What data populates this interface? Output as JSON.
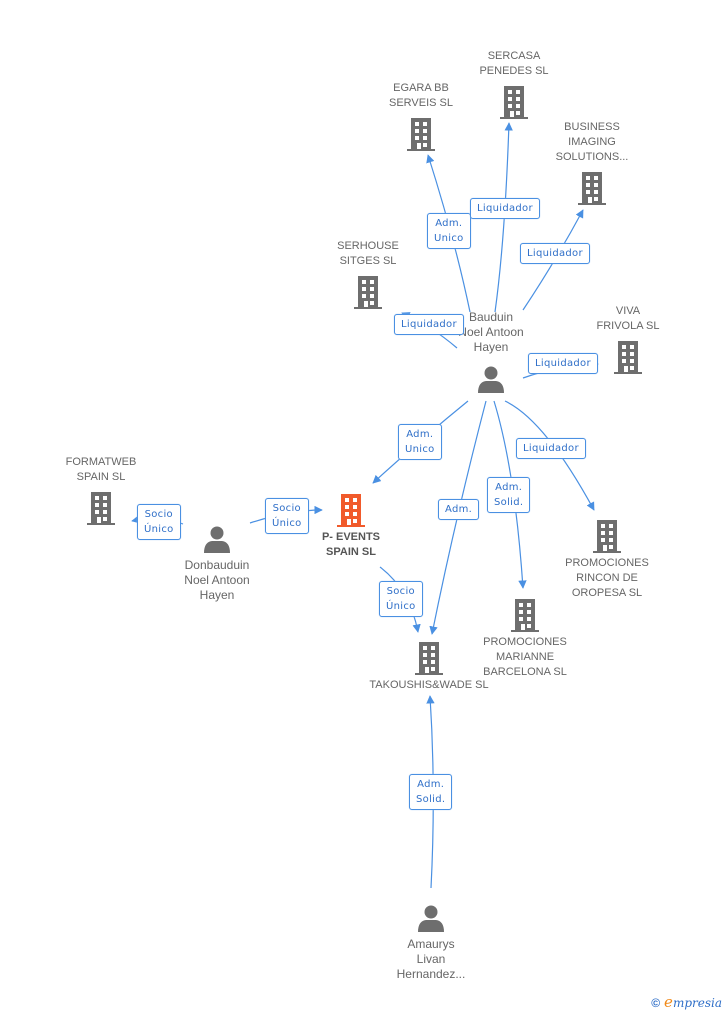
{
  "colors": {
    "edge": "#4a90e2",
    "building": "#6e6e6e",
    "building_focus": "#f15a2b",
    "person": "#6e6e6e"
  },
  "nodes": {
    "sercasa": {
      "label": "SERCASA\nPENEDES SL",
      "type": "company"
    },
    "egara": {
      "label": "EGARA BB\nSERVEIS SL",
      "type": "company"
    },
    "business": {
      "label": "BUSINESS\nIMAGING\nSOLUTIONS...",
      "type": "company"
    },
    "serhouse": {
      "label": "SERHOUSE\nSITGES SL",
      "type": "company"
    },
    "viva": {
      "label": "VIVA\nFRIVOLA SL",
      "type": "company"
    },
    "bauduin": {
      "label": "Bauduin\nNoel Antoon\nHayen",
      "type": "person"
    },
    "formatweb": {
      "label": "FORMATWEB\nSPAIN SL",
      "type": "company"
    },
    "donbauduin": {
      "label": "Donbauduin\nNoel Antoon\nHayen",
      "type": "person"
    },
    "pevents": {
      "label": "P- EVENTS\nSPAIN SL",
      "type": "company-focus"
    },
    "rincon": {
      "label": "PROMOCIONES\nRINCON DE\nOROPESA SL",
      "type": "company"
    },
    "marianne": {
      "label": "PROMOCIONES\nMARIANNE\nBARCELONA SL",
      "type": "company"
    },
    "takoushis": {
      "label": "TAKOUSHIS&WADE SL",
      "type": "company"
    },
    "amaurys": {
      "label": "Amaurys\nLivan\nHernandez...",
      "type": "person"
    }
  },
  "edges": [
    {
      "from": "bauduin",
      "to": "egara",
      "label": "Adm.\nUnico"
    },
    {
      "from": "bauduin",
      "to": "sercasa",
      "label": "Liquidador"
    },
    {
      "from": "bauduin",
      "to": "business",
      "label": "Liquidador"
    },
    {
      "from": "bauduin",
      "to": "serhouse",
      "label": "Liquidador"
    },
    {
      "from": "bauduin",
      "to": "viva",
      "label": "Liquidador"
    },
    {
      "from": "bauduin",
      "to": "pevents",
      "label": "Adm.\nUnico"
    },
    {
      "from": "bauduin",
      "to": "takoushis",
      "label": "Adm."
    },
    {
      "from": "bauduin",
      "to": "marianne",
      "label": "Adm.\nSolid."
    },
    {
      "from": "bauduin",
      "to": "rincon",
      "label": "Liquidador"
    },
    {
      "from": "donbauduin",
      "to": "formatweb",
      "label": "Socio\nÚnico"
    },
    {
      "from": "donbauduin",
      "to": "pevents",
      "label": "Socio\nÚnico"
    },
    {
      "from": "pevents",
      "to": "takoushis",
      "label": "Socio\nÚnico"
    },
    {
      "from": "amaurys",
      "to": "takoushis",
      "label": "Adm.\nSolid."
    }
  ],
  "footer": {
    "copyright": "©",
    "brand_first": "e",
    "brand_rest": "mpresia"
  }
}
